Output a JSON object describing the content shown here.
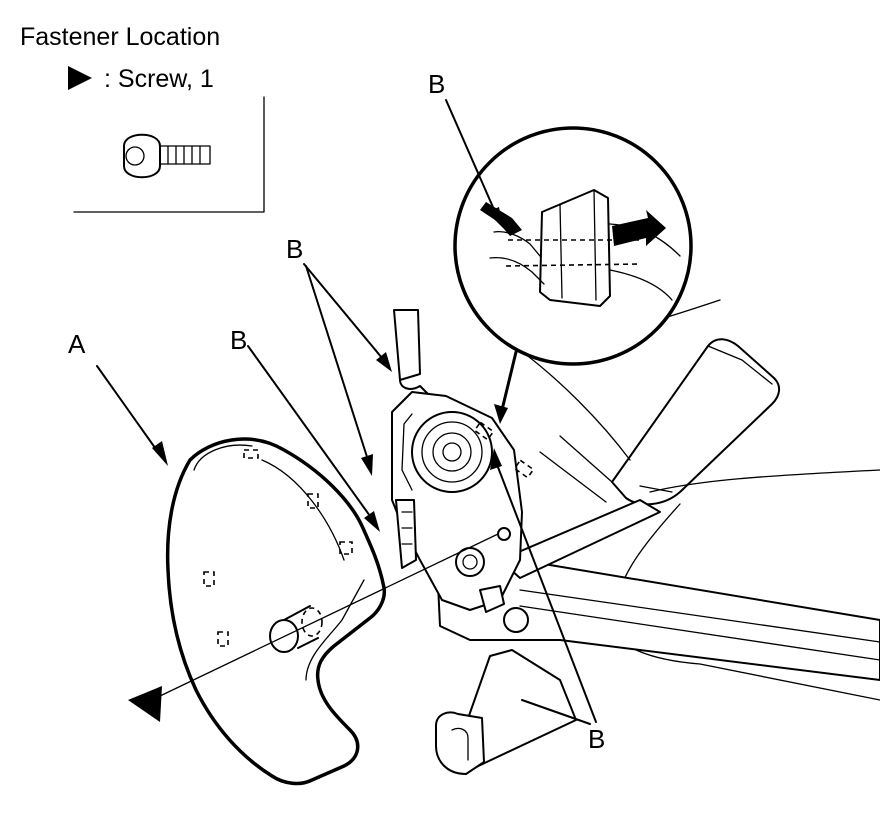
{
  "legend": {
    "title": "Fastener Location",
    "screw_label": ": Screw, 1"
  },
  "labels": {
    "a": "A",
    "b": "B"
  }
}
